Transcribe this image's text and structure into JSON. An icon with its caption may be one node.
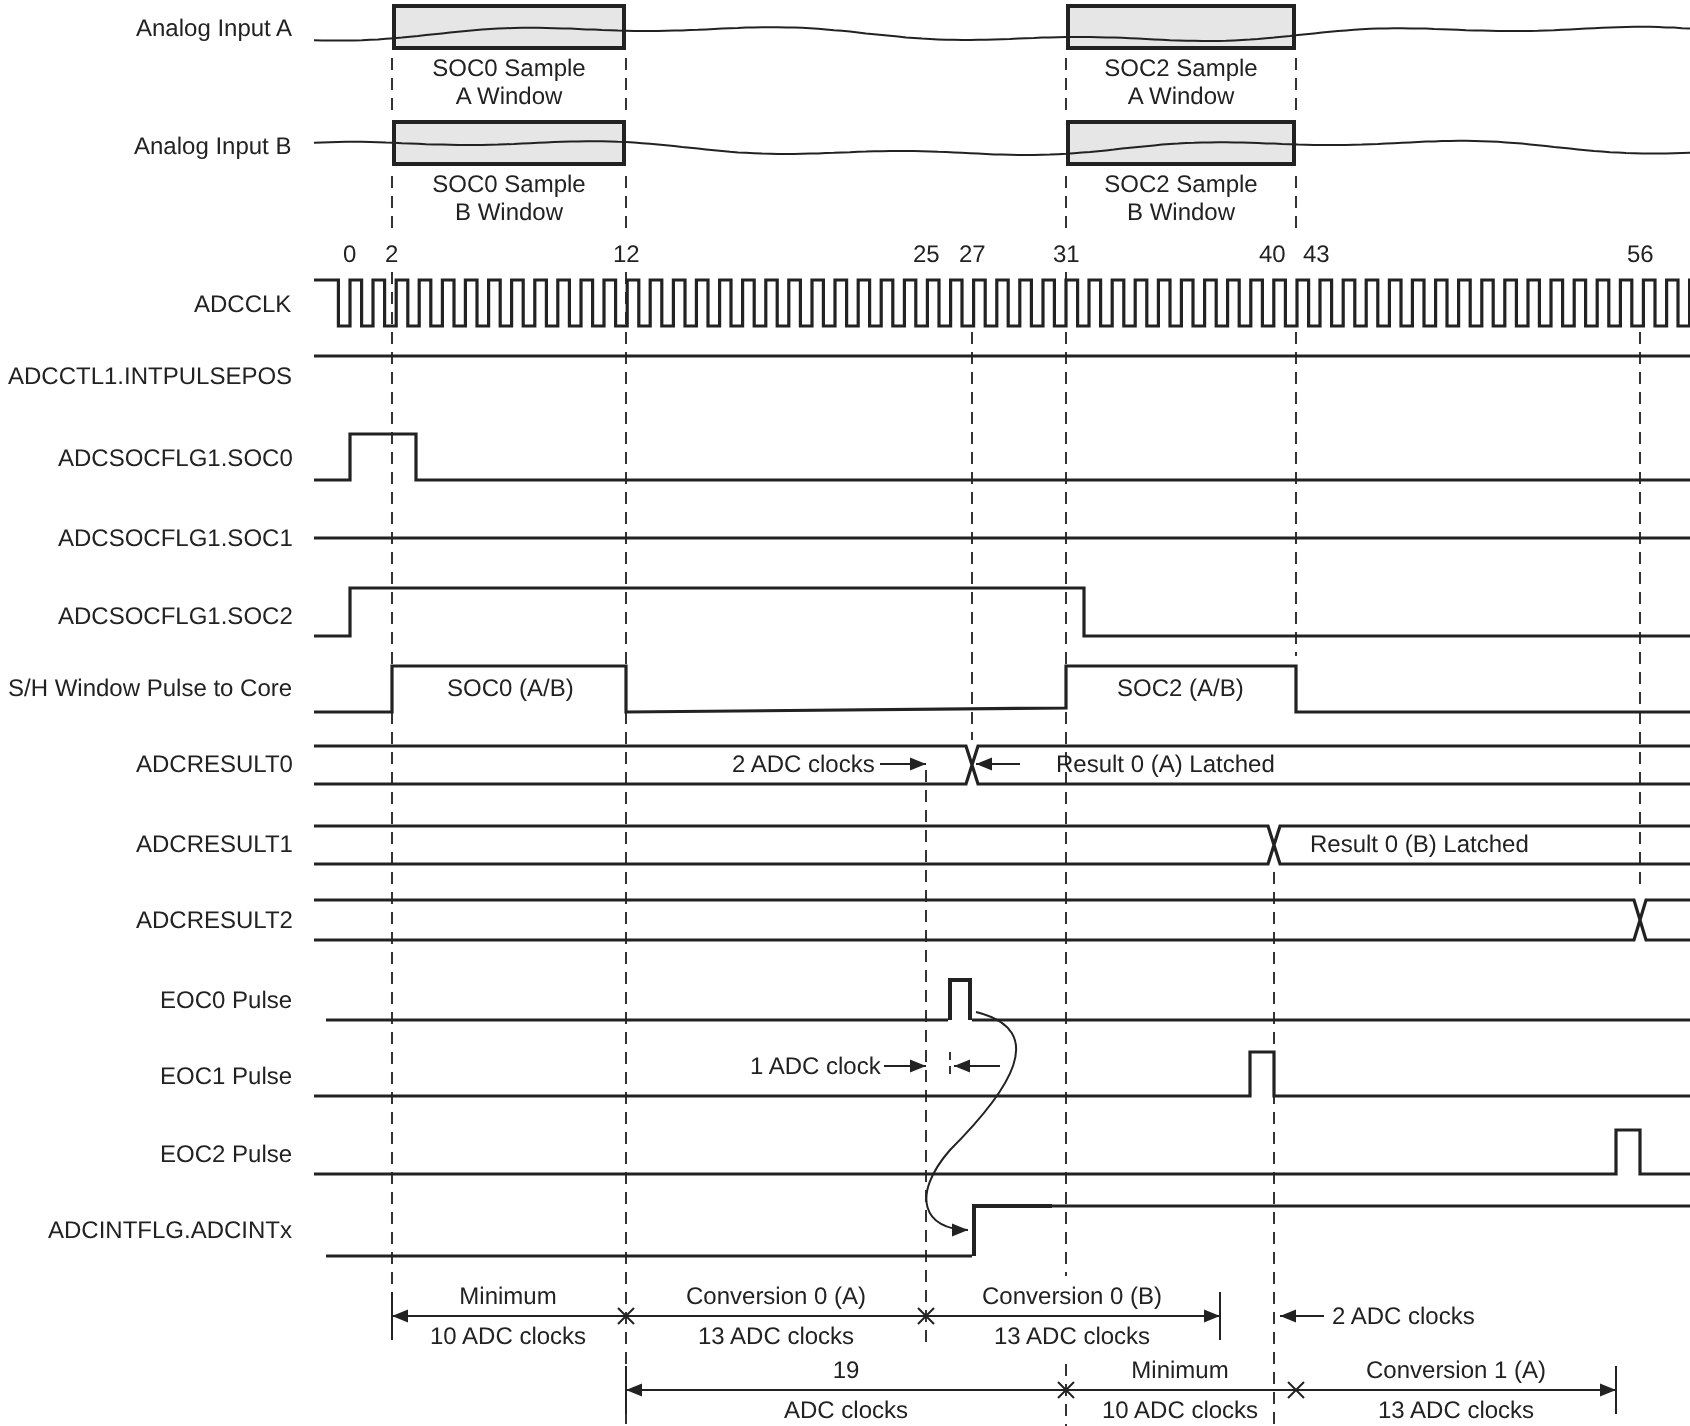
{
  "diagram": {
    "nodes": [
      {
        "text": [
          "SOC0 Sample A Window"
        ]
      },
      {
        "text": [
          "SOC0 Sample B Window"
        ]
      },
      {
        "text": [
          "SOC2 Sample A Window"
        ]
      },
      {
        "text": [
          "SOC2 Sample B Window"
        ]
      },
      {
        "text": [],
        "shape": "bar"
      },
      {
        "text": [],
        "shape": "bar"
      }
    ],
    "edges": [
      {
        "from": 4,
        "to": 5,
        "arrow": "to"
      }
    ],
    "labels": [
      "Analog Input A",
      "Analog Input B",
      "0",
      "2",
      "12",
      "25",
      "27",
      "31",
      "40",
      "43",
      "56",
      "ADCCLK",
      "ADCCTL1.INTPULSEPOS",
      "ADCSOCFLG1.SOC0",
      "ADCSOCFLG1.SOC1",
      "ADCSOCFLG1.SOC2",
      "S/H Window Pulse to Core",
      "SOC0 (A/B)",
      "SOC2 (A/B)",
      "ADCRESULT0",
      "2 ADC clocks",
      "Result 0 (A) Latched",
      "ADCRESULT1",
      "Result 0 (B) Latched",
      "ADCRESULT2",
      "EOC0 Pulse",
      "1 ADC clock",
      "EOC1 Pulse",
      "EOC2 Pulse",
      "ADCINTFLG.ADCINTx",
      "Minimum 10 ADC clocks",
      "Conversion 0 (A) 13 ADC clocks",
      "Conversion 0 (B) 13 ADC clocks",
      "2 ADC clocks",
      "19 ADC clocks",
      "Minimum 10 ADC clocks",
      "Conversion 1 (A) 13 ADC clocks"
    ]
  }
}
